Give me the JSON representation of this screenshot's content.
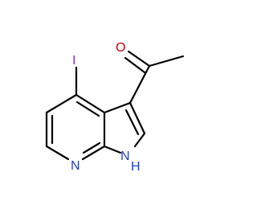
{
  "molecule": {
    "atoms": {
      "oxygen": {
        "symbol": "O"
      },
      "iodine": {
        "symbol": "I"
      },
      "pyridine_nitrogen": {
        "symbol": "N"
      },
      "pyrrole_nitrogen": {
        "symbol": "N"
      },
      "pyrrole_hydrogen": {
        "symbol": "H"
      }
    }
  },
  "colors": {
    "bond": "#000000",
    "oxygen": "#cc0000",
    "iodine": "#8a2be2",
    "nitrogen": "#1f3fbf",
    "hydrogen": "#1f3fbf"
  }
}
